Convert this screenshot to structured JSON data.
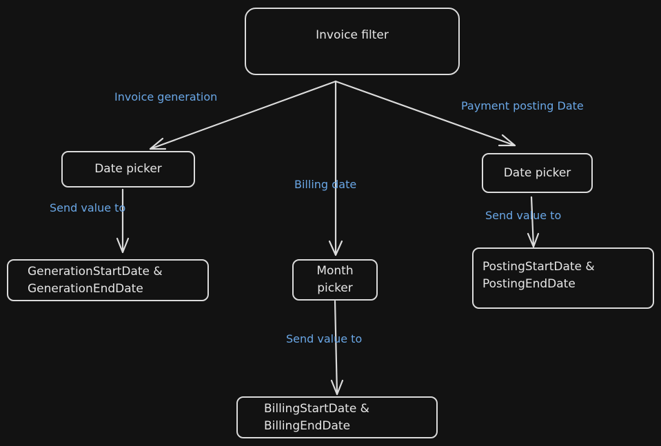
{
  "colors": {
    "background": "#121212",
    "stroke": "#dcdcdc",
    "node_text": "#e6e6e6",
    "label_text": "#6aa7e6"
  },
  "nodes": {
    "invoice_filter": "Invoice filter",
    "gen_date_picker": "Date picker",
    "gen_dates": "GenerationStartDate &\nGenerationEndDate",
    "month_picker": "Month\npicker",
    "billing_dates": "BillingStartDate &\nBillingEndDate",
    "posting_date_picker": "Date picker",
    "posting_dates": "PostingStartDate &\nPostingEndDate"
  },
  "labels": {
    "invoice_generation": "Invoice generation",
    "billing_date": "Billing date",
    "payment_posting_date": "Payment posting Date",
    "send_value_gen": "Send value  to",
    "send_value_billing": "Send value  to",
    "send_value_posting": "Send value  to"
  }
}
